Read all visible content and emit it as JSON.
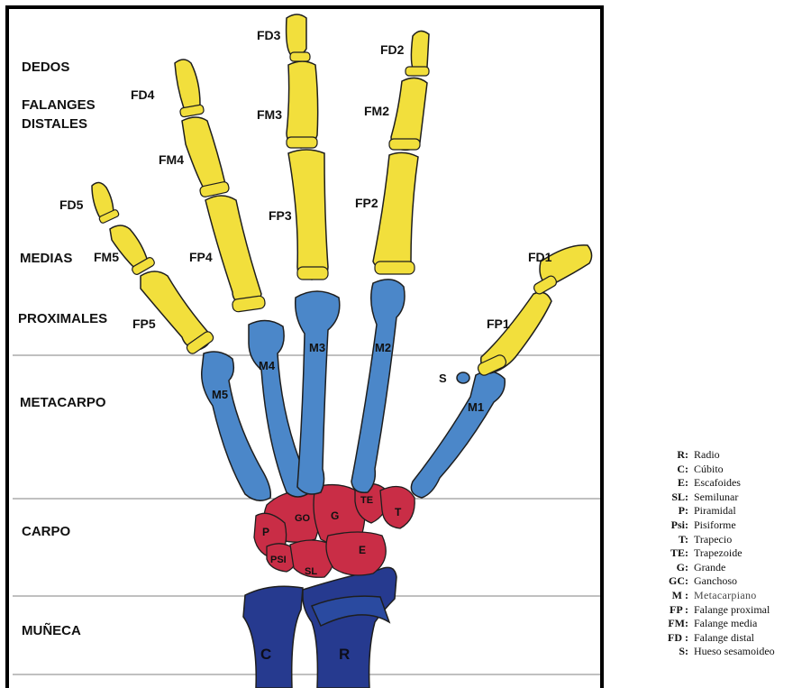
{
  "colors": {
    "phalanx": "#f2df3c",
    "metacarpal": "#4b87c9",
    "carpal": "#c92d46",
    "wrist": "#263a8f",
    "outline": "#1e1e1e",
    "divider": "#9a9a9a"
  },
  "row_labels": {
    "dedos": "DEDOS",
    "falanges_distales": [
      "FALANGES",
      "DISTALES"
    ],
    "medias": "MEDIAS",
    "proximales": "PROXIMALES",
    "metacarpo": "METACARPO",
    "carpo": "CARPO",
    "muneca": "MUÑECA"
  },
  "bone_labels": {
    "fd1": "FD1",
    "fd2": "FD2",
    "fd3": "FD3",
    "fd4": "FD4",
    "fd5": "FD5",
    "fm2": "FM2",
    "fm3": "FM3",
    "fm4": "FM4",
    "fm5": "FM5",
    "fp1": "FP1",
    "fp2": "FP2",
    "fp3": "FP3",
    "fp4": "FP4",
    "fp5": "FP5",
    "m1": "M1",
    "m2": "M2",
    "m3": "M3",
    "m4": "M4",
    "m5": "M5",
    "s": "S",
    "go": "GO",
    "g": "G",
    "te": "TE",
    "t": "T",
    "p": "P",
    "psi": "PSI",
    "sl": "SL",
    "e": "E",
    "c": "C",
    "r": "R"
  },
  "legend": [
    {
      "key": "R:",
      "value": "Radio"
    },
    {
      "key": "C:",
      "value": "Cúbito"
    },
    {
      "key": "E:",
      "value": "Escafoides"
    },
    {
      "key": "SL:",
      "value": "Semilunar"
    },
    {
      "key": "P:",
      "value": "Piramidal"
    },
    {
      "key": "Psi:",
      "value": "Pisiforme"
    },
    {
      "key": "T:",
      "value": "Trapecio"
    },
    {
      "key": "TE:",
      "value": "Trapezoide"
    },
    {
      "key": "G:",
      "value": "Grande"
    },
    {
      "key": "GC:",
      "value": "Ganchoso"
    },
    {
      "key": "M :",
      "value": "Metacarpiano"
    },
    {
      "key": "FP :",
      "value": "Falange proximal"
    },
    {
      "key": "FM:",
      "value": "Falange media"
    },
    {
      "key": "FD :",
      "value": "Falange distal"
    },
    {
      "key": "S:",
      "value": "Hueso sesamoideo"
    }
  ]
}
